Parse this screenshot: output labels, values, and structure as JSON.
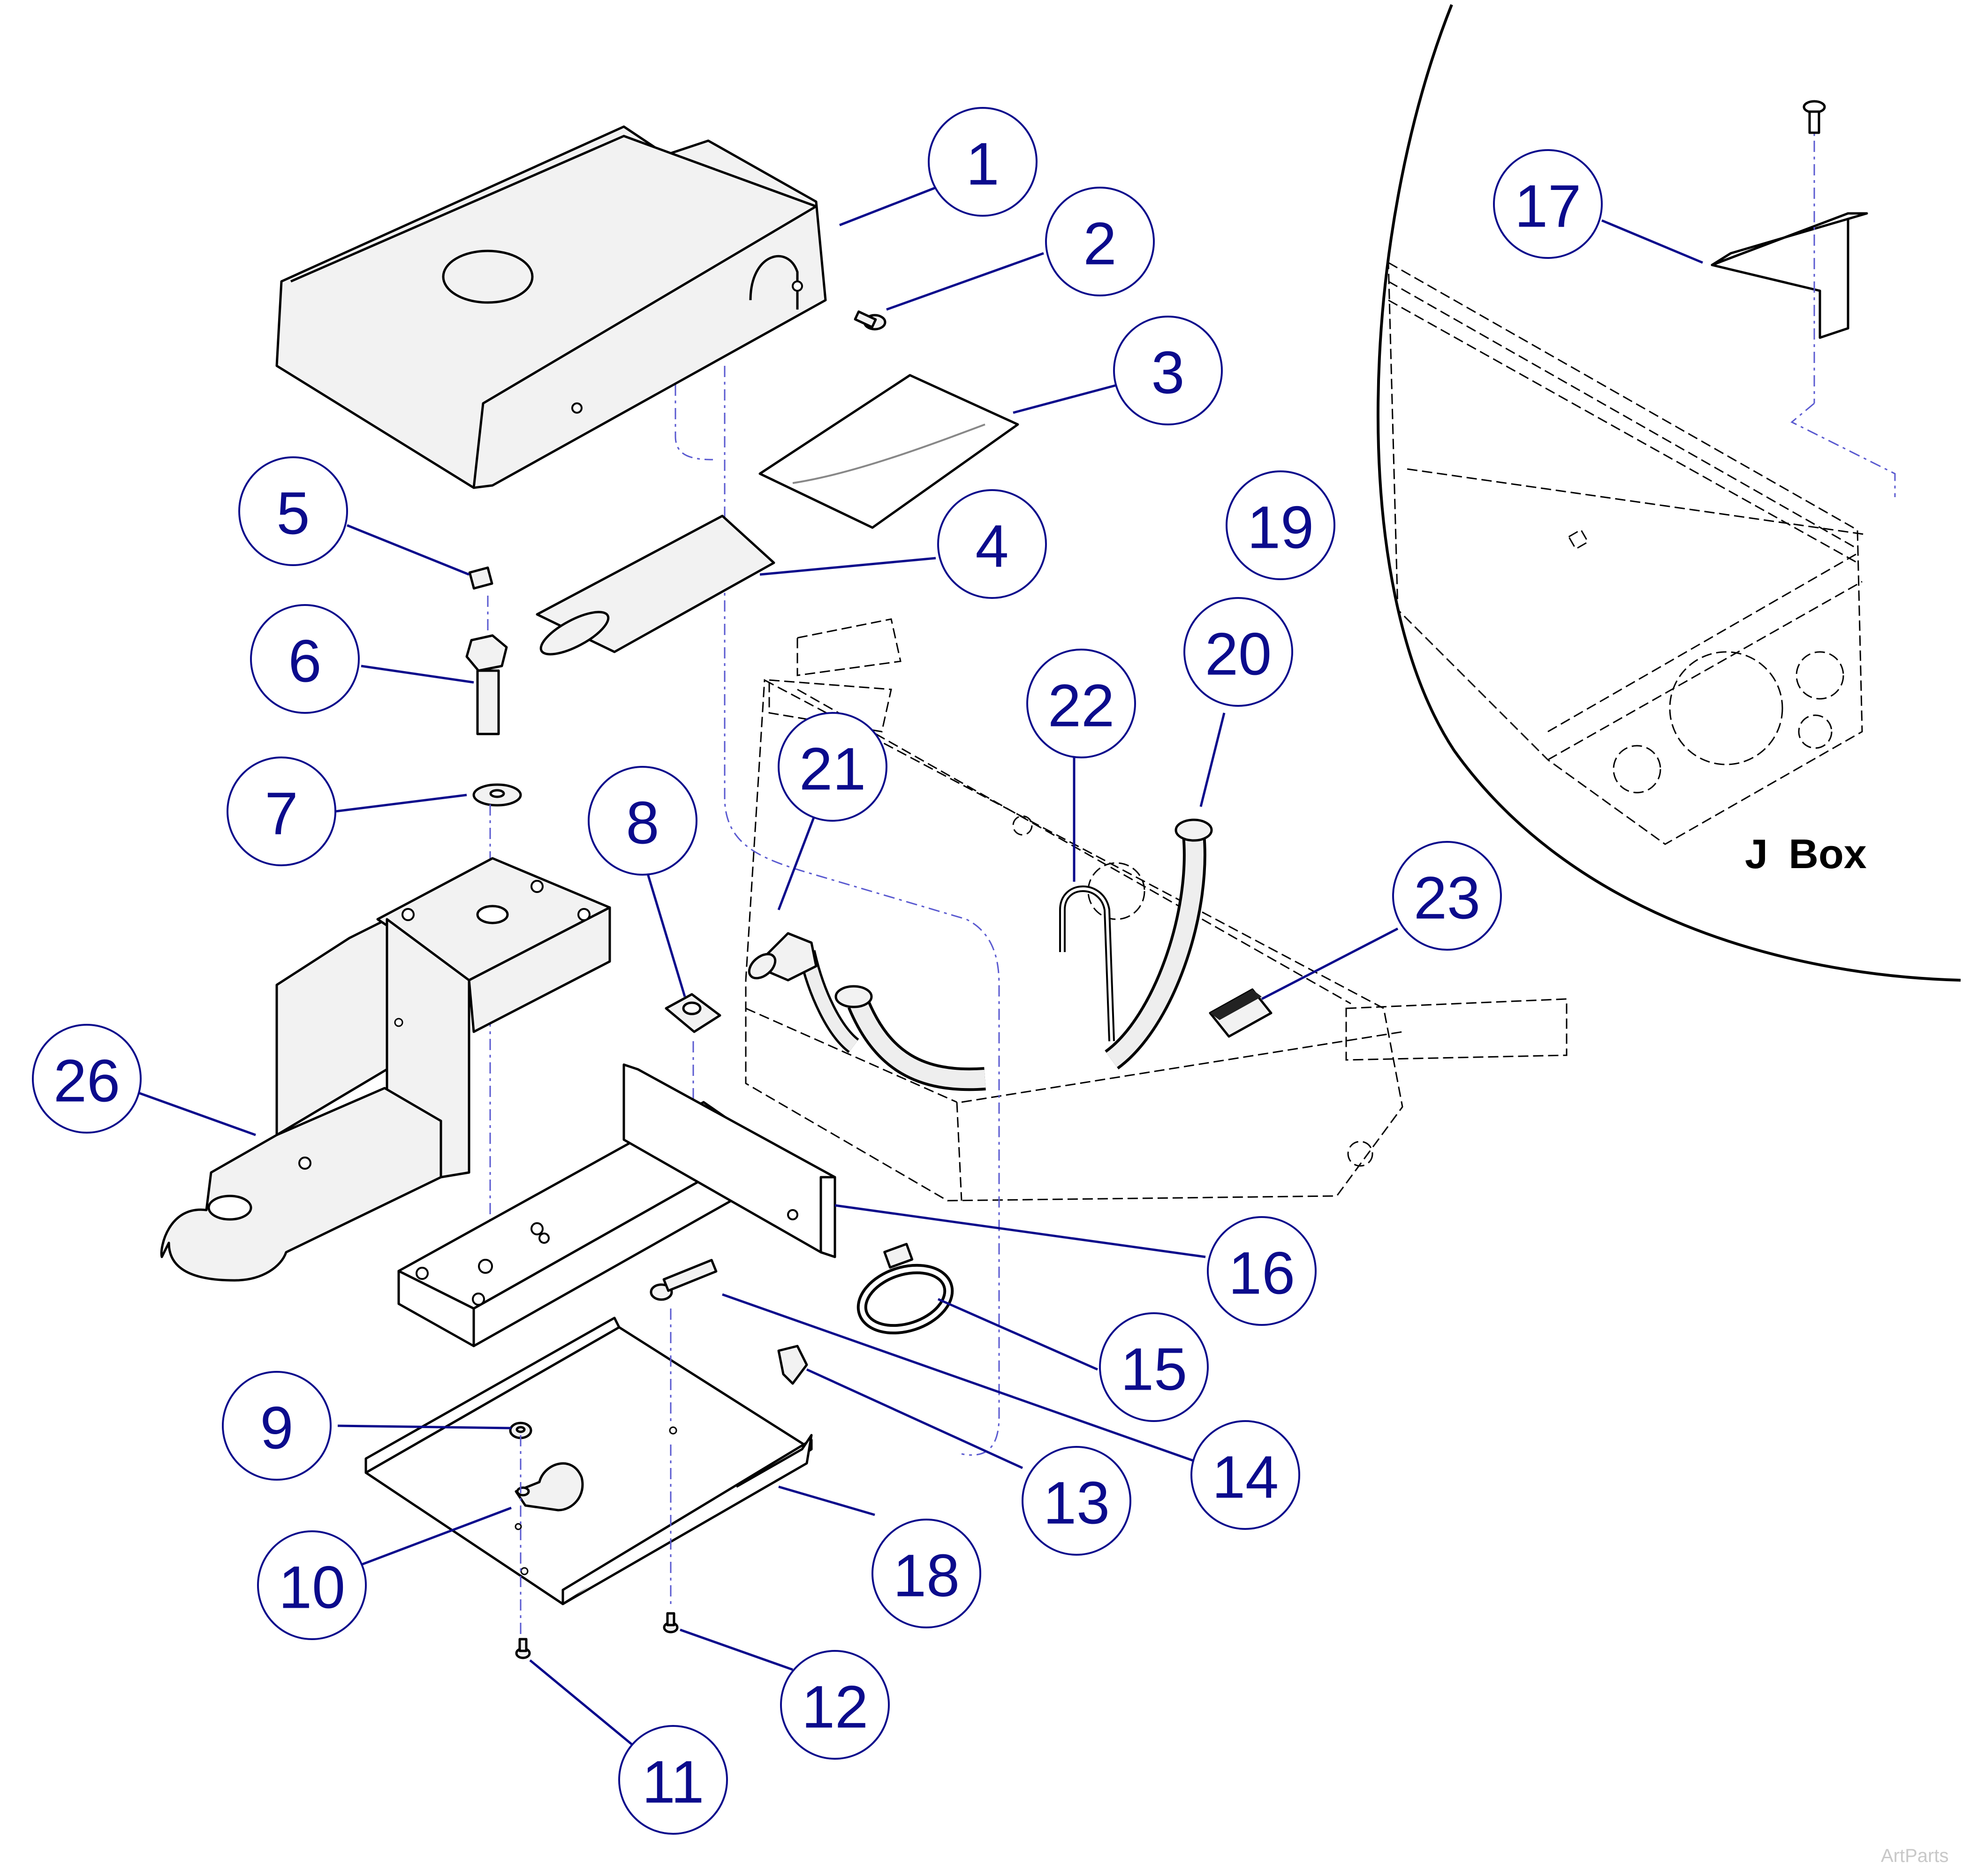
{
  "callouts": [
    {
      "id": "callout-1",
      "label": "1"
    },
    {
      "id": "callout-2",
      "label": "2"
    },
    {
      "id": "callout-3",
      "label": "3"
    },
    {
      "id": "callout-4",
      "label": "4"
    },
    {
      "id": "callout-5",
      "label": "5"
    },
    {
      "id": "callout-6",
      "label": "6"
    },
    {
      "id": "callout-7",
      "label": "7"
    },
    {
      "id": "callout-8",
      "label": "8"
    },
    {
      "id": "callout-9",
      "label": "9"
    },
    {
      "id": "callout-10",
      "label": "10"
    },
    {
      "id": "callout-11",
      "label": "11"
    },
    {
      "id": "callout-12",
      "label": "12"
    },
    {
      "id": "callout-13",
      "label": "13"
    },
    {
      "id": "callout-14",
      "label": "14"
    },
    {
      "id": "callout-15",
      "label": "15"
    },
    {
      "id": "callout-16",
      "label": "16"
    },
    {
      "id": "callout-17",
      "label": "17"
    },
    {
      "id": "callout-18",
      "label": "18"
    },
    {
      "id": "callout-19",
      "label": "19"
    },
    {
      "id": "callout-20",
      "label": "20"
    },
    {
      "id": "callout-21",
      "label": "21"
    },
    {
      "id": "callout-22",
      "label": "22"
    },
    {
      "id": "callout-23",
      "label": "23"
    },
    {
      "id": "callout-26",
      "label": "26"
    }
  ],
  "detail": {
    "label": "J  Box"
  },
  "watermark": "ArtParts",
  "colors": {
    "callout": "#0b0b8c",
    "centerline": "#5a5ad0",
    "line": "#000000"
  }
}
